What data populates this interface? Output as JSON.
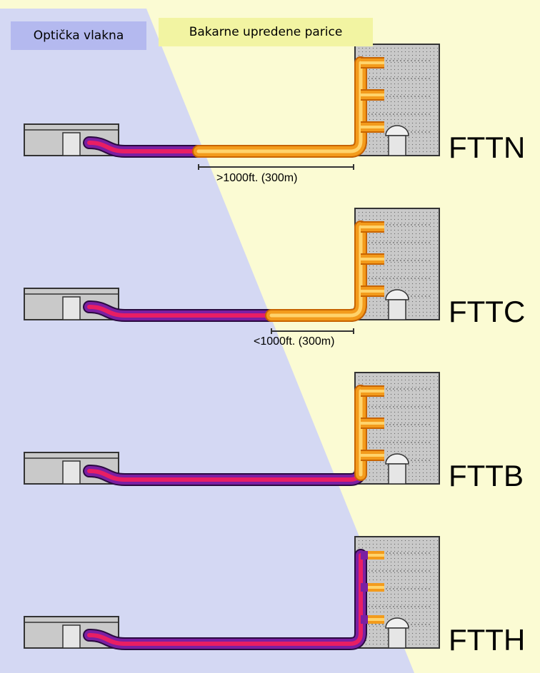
{
  "legend": {
    "fiber_label": "Optička vlakna",
    "copper_label": "Bakarne upredene parice",
    "fiber_color": "#d4d8f3",
    "copper_color": "#fbfbd3"
  },
  "rows": [
    {
      "type": "FTTN",
      "distance": ">1000ft. (300m)"
    },
    {
      "type": "FTTC",
      "distance": "<1000ft. (300m)"
    },
    {
      "type": "FTTB",
      "distance": ""
    },
    {
      "type": "FTTH",
      "distance": ""
    }
  ],
  "colors": {
    "fiber_cable": "#c2185b",
    "copper_cable": "#f39b1c",
    "building": "#c9c9c9",
    "outline": "#333333"
  }
}
